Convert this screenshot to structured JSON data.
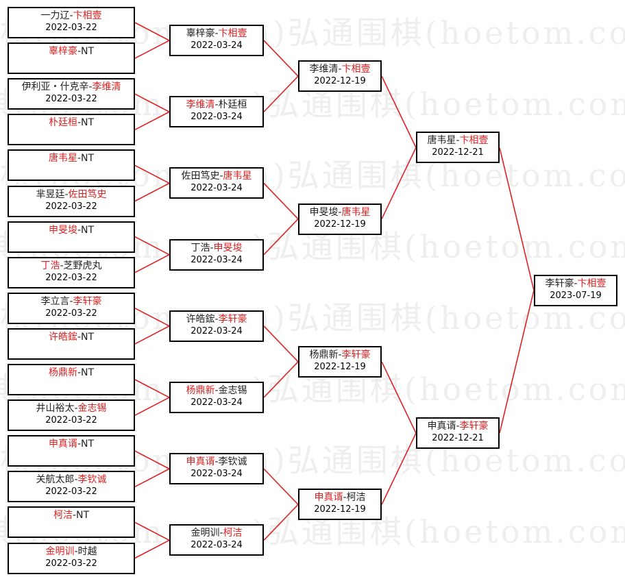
{
  "watermark": "弘通围棋(hoetom.com)",
  "colors": {
    "winner": "#e02020",
    "line": "#e02020",
    "border": "#000000"
  },
  "rounds": [
    [
      {
        "p1": "一力辽",
        "p2": "卞相壹",
        "win": 2,
        "date": "2022-03-22"
      },
      {
        "p1": "辜梓豪",
        "p2": "NT",
        "win": 1,
        "date": ""
      },
      {
        "p1": "伊利亚・什克辛",
        "p2": "李维清",
        "win": 2,
        "date": "2022-03-22"
      },
      {
        "p1": "朴廷桓",
        "p2": "NT",
        "win": 1,
        "date": ""
      },
      {
        "p1": "唐韦星",
        "p2": "NT",
        "win": 1,
        "date": ""
      },
      {
        "p1": "芈昱廷",
        "p2": "佐田笃史",
        "win": 2,
        "date": "2022-03-22"
      },
      {
        "p1": "申旻埈",
        "p2": "NT",
        "win": 1,
        "date": ""
      },
      {
        "p1": "丁浩",
        "p2": "芝野虎丸",
        "win": 1,
        "date": "2022-03-22"
      },
      {
        "p1": "李立言",
        "p2": "李轩豪",
        "win": 2,
        "date": "2022-03-22"
      },
      {
        "p1": "许皓鋐",
        "p2": "NT",
        "win": 1,
        "date": ""
      },
      {
        "p1": "杨鼎新",
        "p2": "NT",
        "win": 1,
        "date": ""
      },
      {
        "p1": "井山裕太",
        "p2": "金志锡",
        "win": 2,
        "date": "2022-03-22"
      },
      {
        "p1": "申真谞",
        "p2": "NT",
        "win": 1,
        "date": ""
      },
      {
        "p1": "关航太郎",
        "p2": "李钦诚",
        "win": 2,
        "date": "2022-03-22"
      },
      {
        "p1": "柯洁",
        "p2": "NT",
        "win": 1,
        "date": ""
      },
      {
        "p1": "金明训",
        "p2": "时越",
        "win": 1,
        "date": "2022-03-22"
      }
    ],
    [
      {
        "p1": "辜梓豪",
        "p2": "卞相壹",
        "win": 2,
        "date": "2022-03-24"
      },
      {
        "p1": "李维清",
        "p2": "朴廷桓",
        "win": 1,
        "date": "2022-03-24"
      },
      {
        "p1": "佐田笃史",
        "p2": "唐韦星",
        "win": 2,
        "date": "2022-03-24"
      },
      {
        "p1": "丁浩",
        "p2": "申旻埈",
        "win": 2,
        "date": "2022-03-24"
      },
      {
        "p1": "许皓鋐",
        "p2": "李轩豪",
        "win": 2,
        "date": "2022-03-24"
      },
      {
        "p1": "杨鼎新",
        "p2": "金志锡",
        "win": 1,
        "date": "2022-03-24"
      },
      {
        "p1": "申真谞",
        "p2": "李钦诚",
        "win": 1,
        "date": "2022-03-24"
      },
      {
        "p1": "金明训",
        "p2": "柯洁",
        "win": 2,
        "date": "2022-03-24"
      }
    ],
    [
      {
        "p1": "李维清",
        "p2": "卞相壹",
        "win": 2,
        "date": "2022-12-19"
      },
      {
        "p1": "申旻埈",
        "p2": "唐韦星",
        "win": 2,
        "date": "2022-12-19"
      },
      {
        "p1": "杨鼎新",
        "p2": "李轩豪",
        "win": 2,
        "date": "2022-12-19"
      },
      {
        "p1": "申真谞",
        "p2": "柯洁",
        "win": 1,
        "date": "2022-12-19"
      }
    ],
    [
      {
        "p1": "唐韦星",
        "p2": "卞相壹",
        "win": 2,
        "date": "2022-12-21"
      },
      {
        "p1": "申真谞",
        "p2": "李轩豪",
        "win": 2,
        "date": "2022-12-21"
      }
    ],
    [
      {
        "p1": "李轩豪",
        "p2": "卞相壹",
        "win": 2,
        "date": "2023-07-19"
      }
    ]
  ]
}
